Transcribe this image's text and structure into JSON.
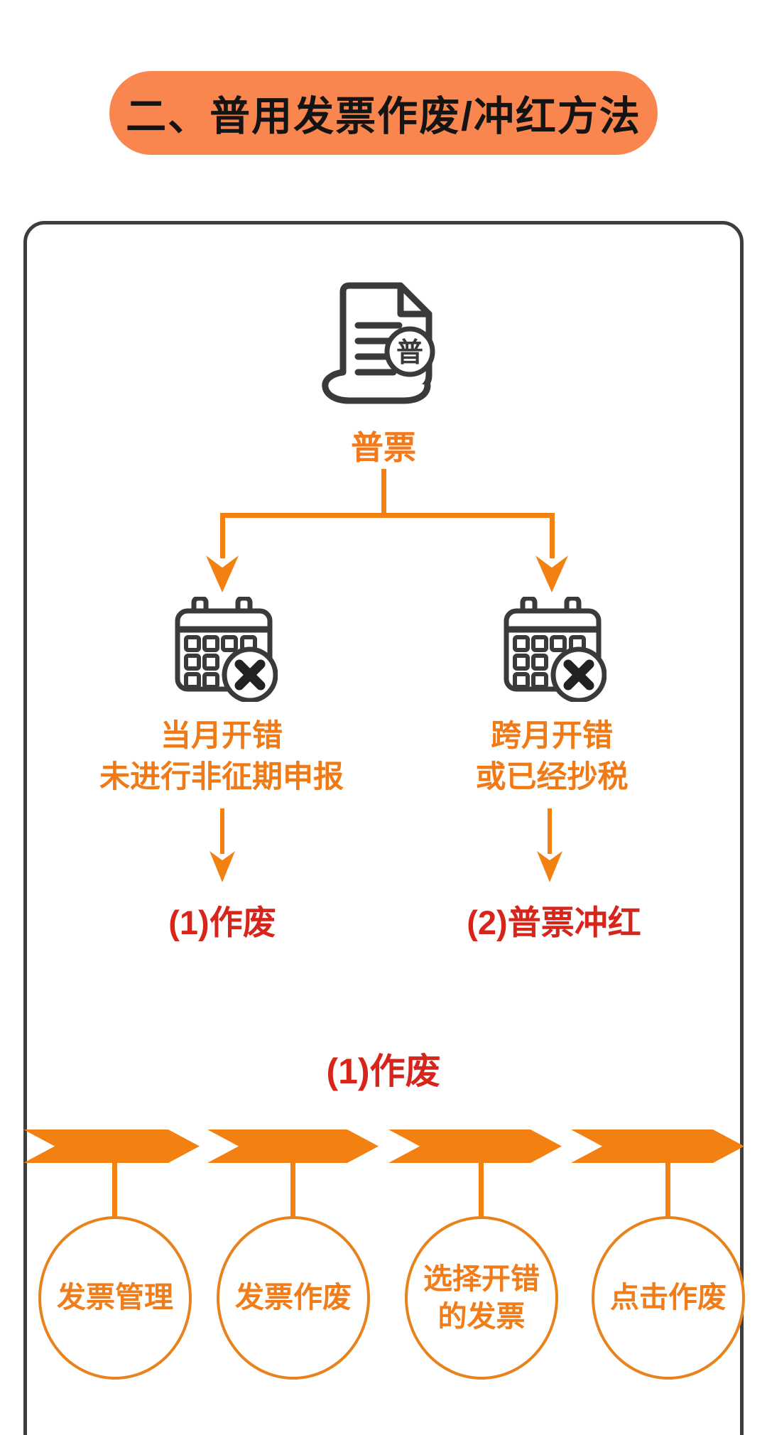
{
  "banner": {
    "title": "二、普用发票作废/冲红方法"
  },
  "root": {
    "badge": "普",
    "label": "普票"
  },
  "branches": {
    "left": {
      "line1": "当月开错",
      "line2": "未进行非征期申报",
      "result": "(1)作废"
    },
    "right": {
      "line1": "跨月开错",
      "line2": "或已经抄税",
      "result": "(2)普票冲红"
    }
  },
  "section": {
    "heading": "(1)作废"
  },
  "steps": [
    {
      "line1": "发票管理",
      "line2": ""
    },
    {
      "line1": "发票作废",
      "line2": ""
    },
    {
      "line1": "选择开错",
      "line2": "的发票"
    },
    {
      "line1": "点击作废",
      "line2": ""
    }
  ],
  "icons": {
    "root_icon": "invoice-document-icon",
    "branch_icon": "calendar-x-icon",
    "connector_icon": "arrow-down-icon"
  },
  "colors": {
    "banner_bg": "#F8864E",
    "flow_orange": "#F28111",
    "orange_text": "#F07A15",
    "circle_border": "#E8821C",
    "result_red": "#D7251B",
    "icon_stroke": "#3A3A3A",
    "frame_border": "#3E3E3E",
    "background": "#FFFFFF"
  }
}
